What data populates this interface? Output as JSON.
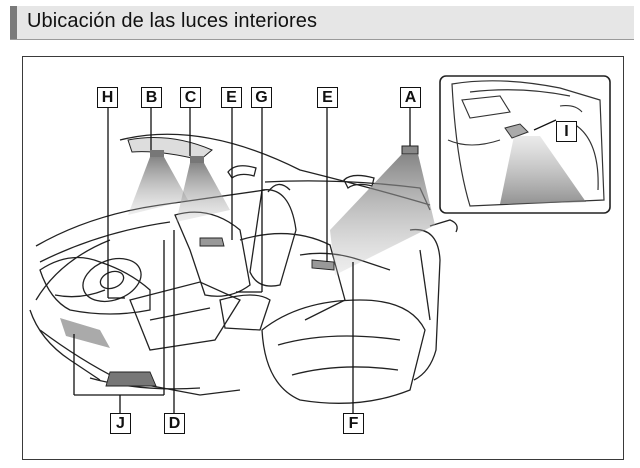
{
  "header": {
    "title": "Ubicación de las luces interiores"
  },
  "callouts": {
    "A": "A",
    "B": "B",
    "C": "C",
    "D": "D",
    "E": "E",
    "F": "F",
    "G": "G",
    "H": "H",
    "I": "I",
    "J": "J"
  },
  "colors": {
    "header_bg": "#e6e6e6",
    "header_bar": "#7a7a7a",
    "light_beam": "#8c8c8c",
    "line": "#1a1a1a"
  }
}
